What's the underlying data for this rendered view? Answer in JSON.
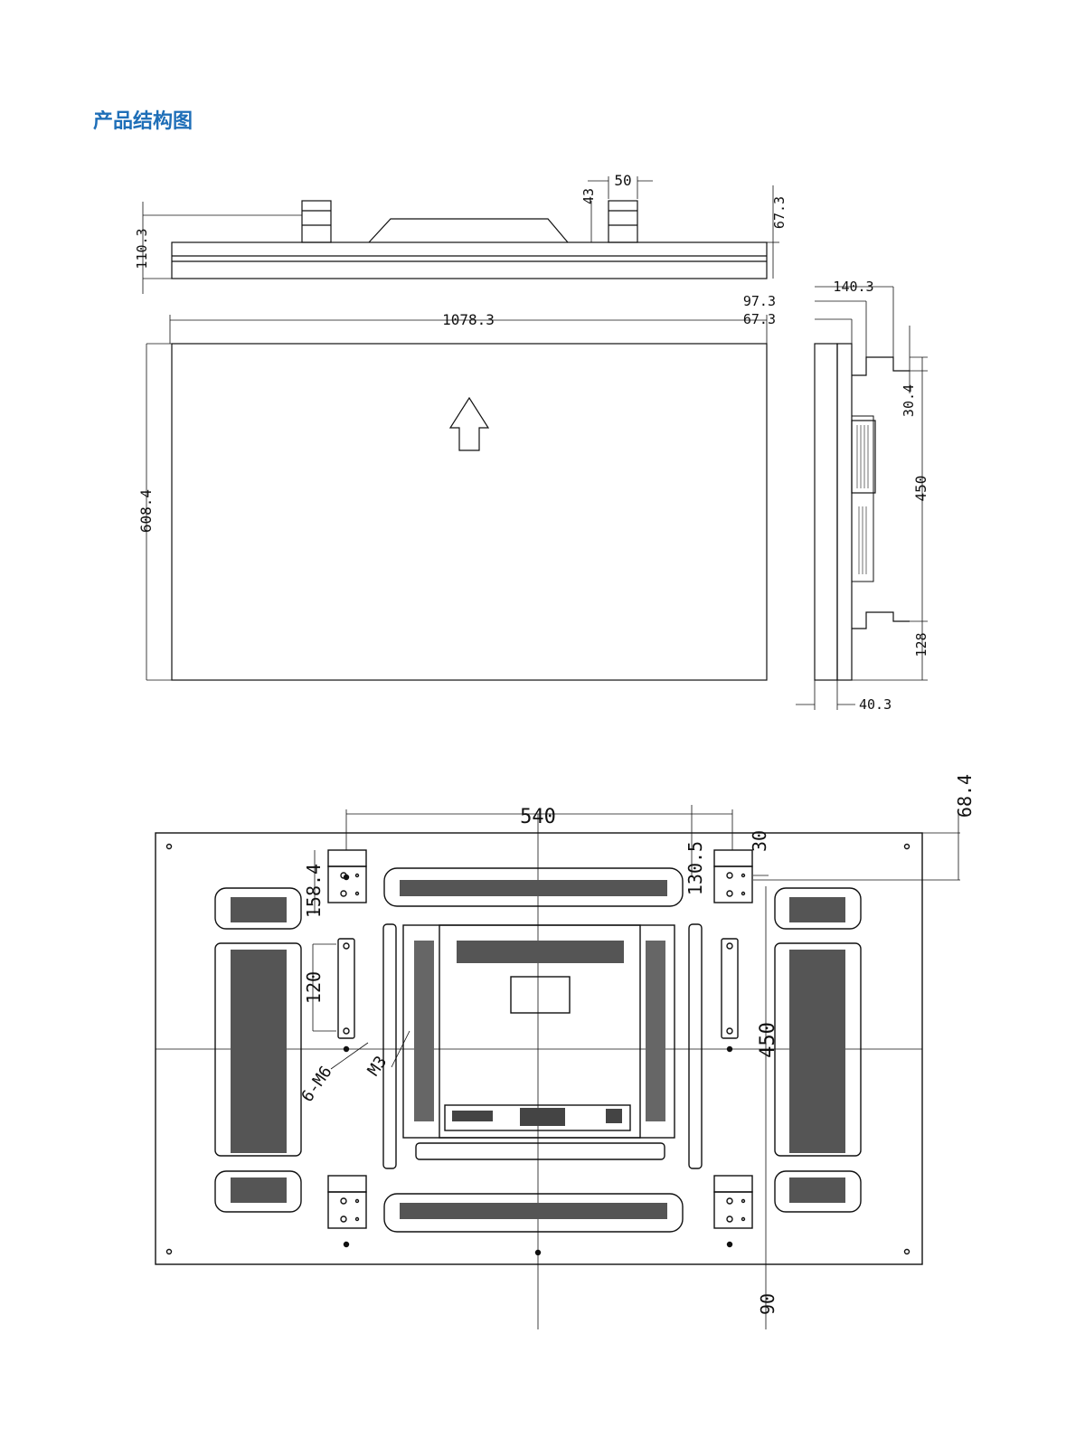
{
  "header": {
    "title": "产品结构图",
    "title_color": "#1f6fb8"
  },
  "top_view": {
    "dims": {
      "thickness_total": "110.3",
      "bracket_height": "43",
      "bracket_width": "50",
      "panel_depth": "67.3"
    }
  },
  "front_view": {
    "dims": {
      "width": "1078.3",
      "height": "608.4"
    },
    "orientation_arrow": "up"
  },
  "side_view": {
    "dims": {
      "depth_max": "140.3",
      "depth_mid": "97.3",
      "depth_panel": "67.3",
      "top_offset": "30.4",
      "mount_spacing": "450",
      "bottom_offset": "128",
      "bezel_depth": "40.3"
    }
  },
  "rear_view": {
    "dims": {
      "hole_h_spacing": "540",
      "top_edge_offset": "68.4",
      "bracket_top": "130.5",
      "bracket_inner": "30",
      "side_bracket_offset": "158.4",
      "side_bracket_spacing": "120",
      "hole_v_spacing": "450",
      "bottom_offset": "90",
      "thread_m6": "6-M6",
      "thread_m3": "M3"
    }
  }
}
